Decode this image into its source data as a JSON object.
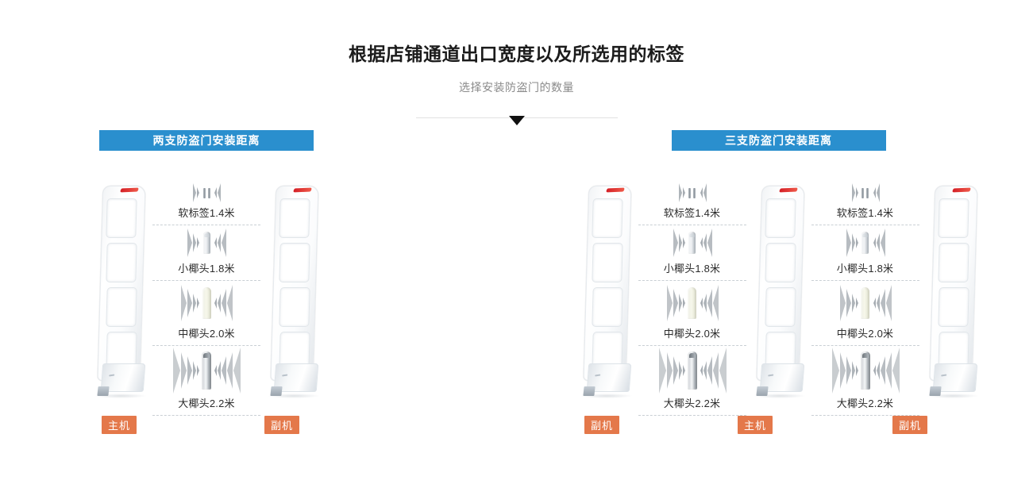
{
  "header": {
    "title": "根据店铺通道出口宽度以及所选用的标签",
    "subtitle": "选择安装防盗门的数量",
    "caret_icon": "caret-down-icon"
  },
  "colors": {
    "bar_blue": "#2a8fce",
    "badge_orange": "#e4784a",
    "title_text": "#1b1b1b",
    "subtitle_text": "#8a8a8a",
    "divider": "#e2e2e2",
    "dashed_separator": "#c9cfd4",
    "gate_white": "#f7f9fa",
    "gate_led_red": "#d41f26"
  },
  "specs": [
    {
      "icon": "soft-label-tag-icon",
      "label": "软标签1.4米",
      "tag_type": "soft",
      "waves": 2,
      "distance": "1.4",
      "unit": "米"
    },
    {
      "icon": "small-hard-tag-icon",
      "label": "小椰头1.8米",
      "tag_type": "small",
      "waves": 3,
      "distance": "1.8",
      "unit": "米"
    },
    {
      "icon": "medium-hard-tag-icon",
      "label": "中椰头2.0米",
      "tag_type": "medium",
      "waves": 4,
      "distance": "2.0",
      "unit": "米"
    },
    {
      "icon": "large-hard-tag-icon",
      "label": "大椰头2.2米",
      "tag_type": "large",
      "waves": 5,
      "distance": "2.2",
      "unit": "米"
    }
  ],
  "panels": [
    {
      "id": "two-gate",
      "bar_label": "两支防盗门安装距离",
      "gate_count": 2,
      "badges": [
        "主机",
        "副机"
      ]
    },
    {
      "id": "three-gate",
      "bar_label": "三支防盗门安装距离",
      "gate_count": 3,
      "badges": [
        "副机",
        "主机",
        "副机"
      ]
    }
  ]
}
